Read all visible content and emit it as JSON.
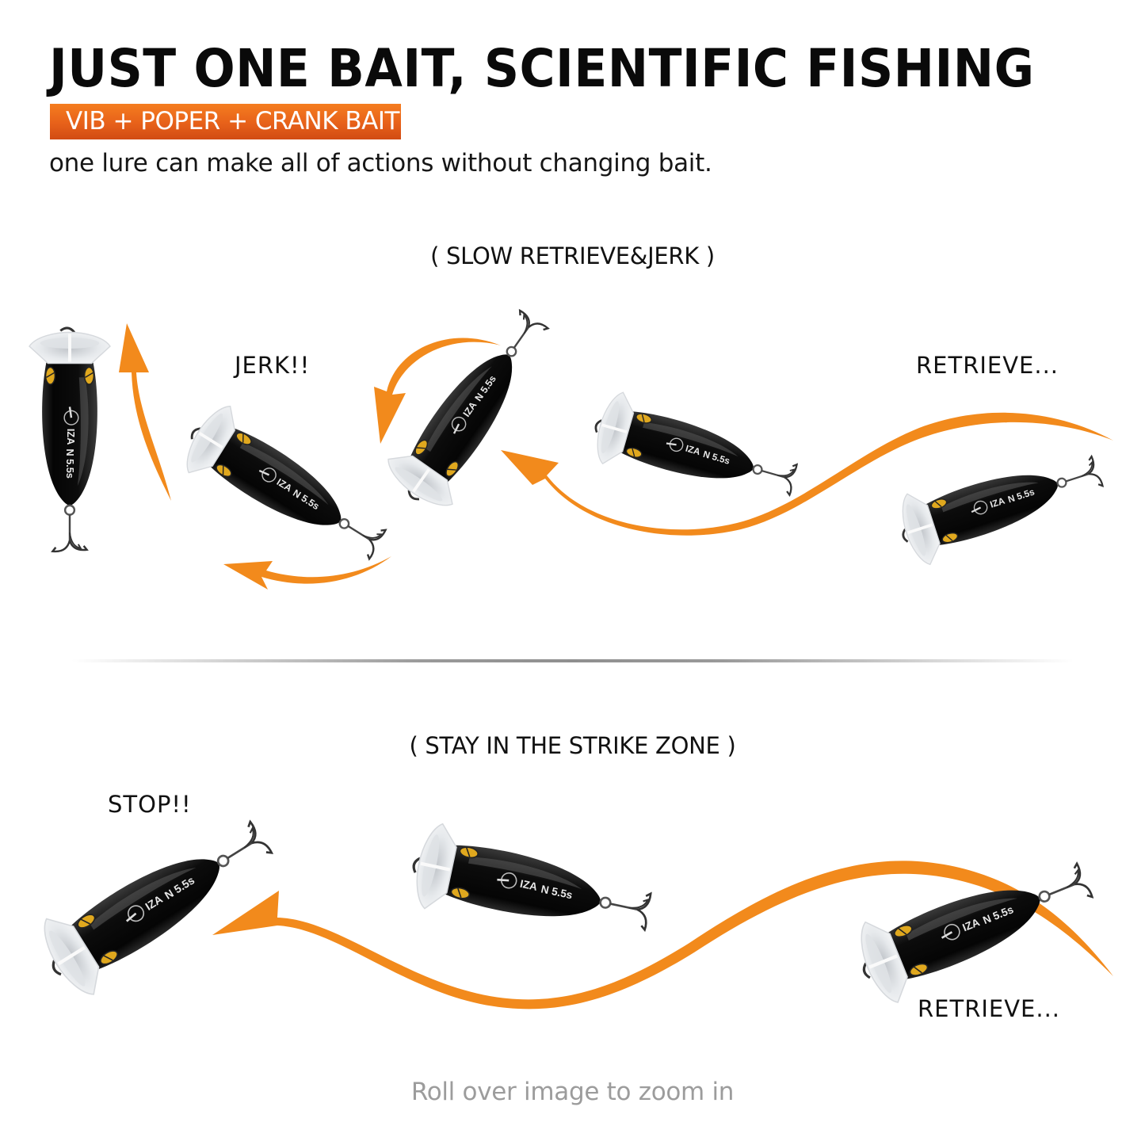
{
  "header": {
    "title": "JUST ONE BAIT, SCIENTIFIC FISHING",
    "badge": "VIB + POPER + CRANK BAIT",
    "subtitle": "one lure can make all of actions without changing bait."
  },
  "sections": [
    {
      "heading": "( SLOW RETRIEVE&JERK )",
      "labels": {
        "jerk": "JERK!!",
        "retrieve": "RETRIEVE..."
      }
    },
    {
      "heading": "( STAY IN THE STRIKE ZONE )",
      "labels": {
        "stop": "STOP!!",
        "retrieve": "RETRIEVE..."
      }
    }
  ],
  "lure": {
    "brand": "IZA",
    "model": "N 5.5s",
    "body_color": "#111111",
    "lip_color": "#e9ecef",
    "eye_color": "#e0a81e"
  },
  "colors": {
    "accent_orange": "#f28a1c",
    "badge_gradient_top": "#f57d1f",
    "badge_gradient_bottom": "#d14b13"
  },
  "footer": {
    "hint": "Roll over image to zoom in"
  }
}
